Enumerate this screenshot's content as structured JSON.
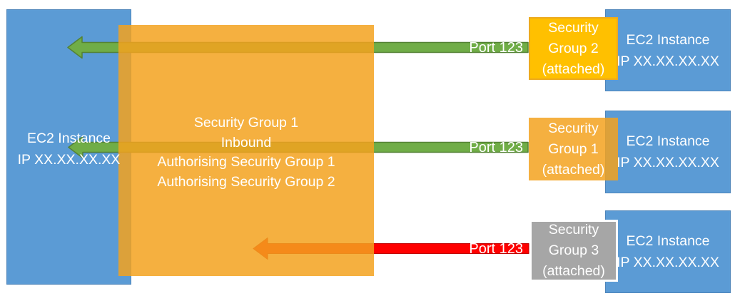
{
  "diagram": {
    "left_instance": {
      "title": "EC2 Instance",
      "ip": "IP XX.XX.XX.XX"
    },
    "main_group": {
      "line1": "Security Group 1",
      "line2": "Inbound",
      "line3": "Authorising Security Group 1",
      "line4": "Authorising Security Group 2"
    },
    "flows": [
      {
        "port": "Port 123",
        "arrow_color": "#70AD47",
        "group": {
          "line1": "Security",
          "line2": "Group 2",
          "line3": "(attached)"
        },
        "instance": {
          "title": "EC2 Instance",
          "ip": "IP XX.XX.XX.XX"
        }
      },
      {
        "port": "Port 123",
        "arrow_color": "#70AD47",
        "group": {
          "line1": "Security",
          "line2": "Group 1",
          "line3": "(attached)"
        },
        "instance": {
          "title": "EC2 Instance",
          "ip": "IP XX.XX.XX.XX"
        }
      },
      {
        "port": "Port 123",
        "arrow_color": "#FF0000",
        "group": {
          "line1": "Security",
          "line2": "Group 3",
          "line3": "(attached)"
        },
        "instance": {
          "title": "EC2 Instance",
          "ip": "IP XX.XX.XX.XX"
        }
      }
    ],
    "colors": {
      "instance_blue": "#5B9BD5",
      "security_group_orange": "#F3A21F",
      "attached_group_yellow": "#FFC000",
      "attached_group_gray": "#A6A6A6",
      "allowed_arrow_green": "#70AD47",
      "denied_arrow_red": "#FF0000"
    }
  }
}
